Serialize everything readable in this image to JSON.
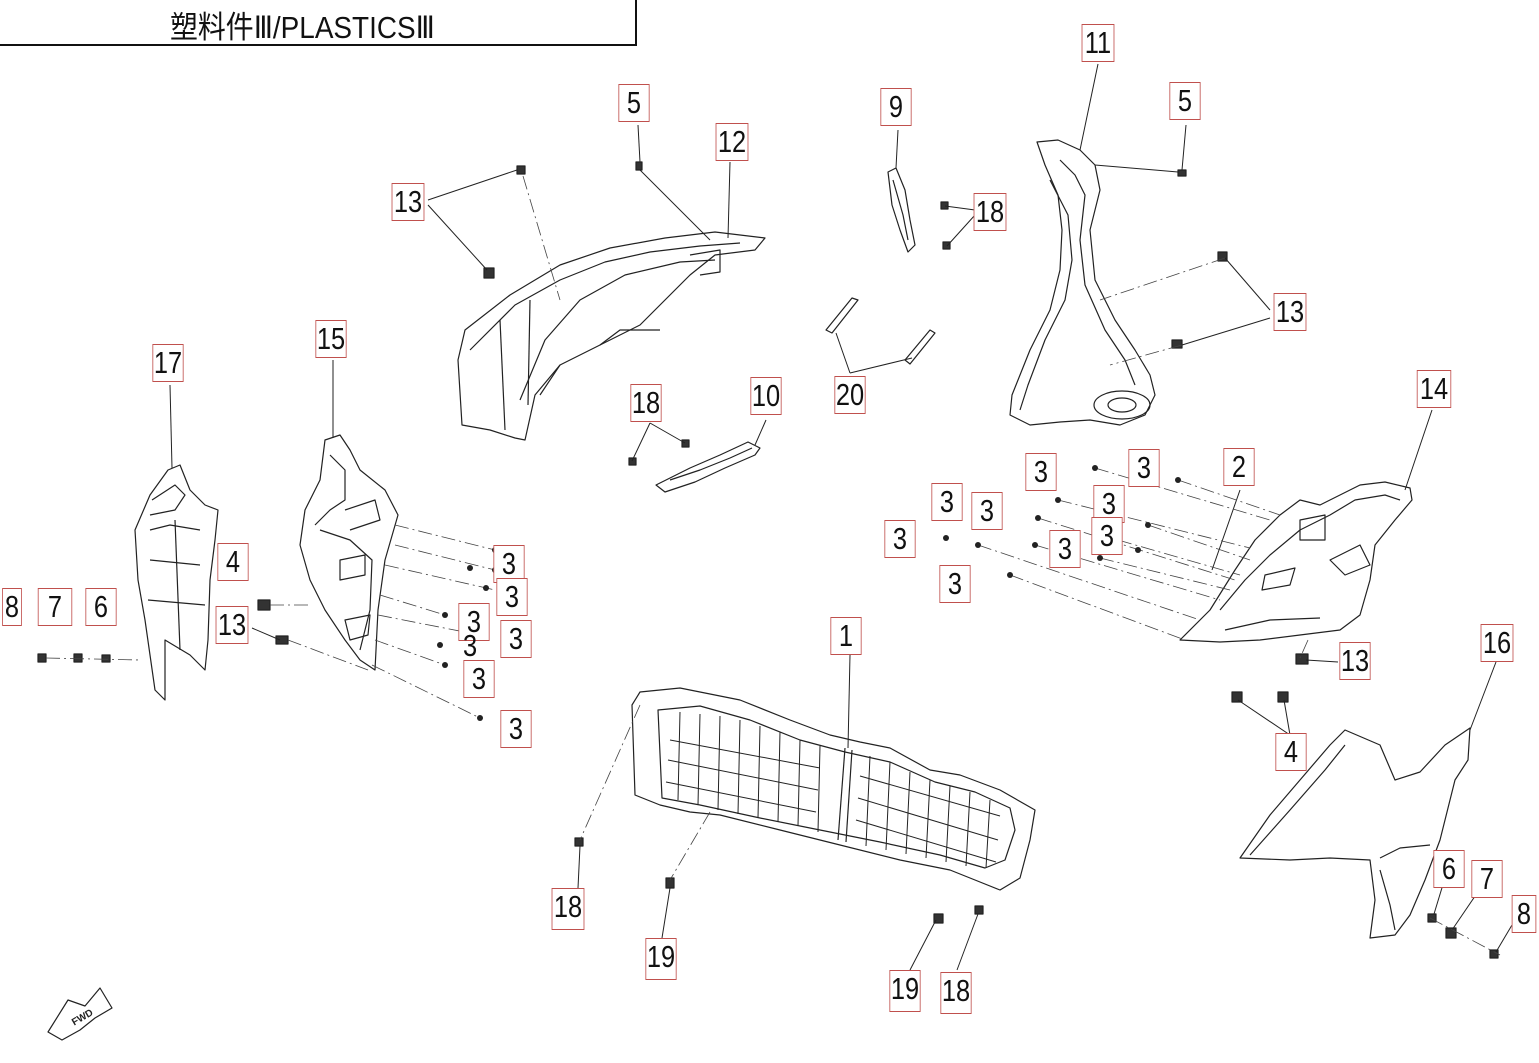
{
  "page": {
    "title": "塑料件Ⅲ/PLASTICSⅢ"
  },
  "callouts": [
    {
      "id": "c1",
      "text": "1"
    },
    {
      "id": "c2",
      "text": "2"
    },
    {
      "id": "c3a",
      "text": "3"
    },
    {
      "id": "c3b",
      "text": "3"
    },
    {
      "id": "c3c",
      "text": "3"
    },
    {
      "id": "c3d",
      "text": "3"
    },
    {
      "id": "c3e",
      "text": "3"
    },
    {
      "id": "c3f",
      "text": "3"
    },
    {
      "id": "c3g",
      "text": "3"
    },
    {
      "id": "c3h",
      "text": "3"
    },
    {
      "id": "c3i",
      "text": "3"
    },
    {
      "id": "c3j",
      "text": "3"
    },
    {
      "id": "c3k",
      "text": "3"
    },
    {
      "id": "c3l",
      "text": "3"
    },
    {
      "id": "c3m",
      "text": "3"
    },
    {
      "id": "c3n",
      "text": "3"
    },
    {
      "id": "c3o",
      "text": "3"
    },
    {
      "id": "c3p",
      "text": "3"
    },
    {
      "id": "c4a",
      "text": "4"
    },
    {
      "id": "c4b",
      "text": "4"
    },
    {
      "id": "c5a",
      "text": "5"
    },
    {
      "id": "c5b",
      "text": "5"
    },
    {
      "id": "c6a",
      "text": "6"
    },
    {
      "id": "c6b",
      "text": "6"
    },
    {
      "id": "c7a",
      "text": "7"
    },
    {
      "id": "c7b",
      "text": "7"
    },
    {
      "id": "c8a",
      "text": "8"
    },
    {
      "id": "c8b",
      "text": "8"
    },
    {
      "id": "c9",
      "text": "9"
    },
    {
      "id": "c10",
      "text": "10"
    },
    {
      "id": "c11",
      "text": "11"
    },
    {
      "id": "c12",
      "text": "12"
    },
    {
      "id": "c13a",
      "text": "13"
    },
    {
      "id": "c13b",
      "text": "13"
    },
    {
      "id": "c13c",
      "text": "13"
    },
    {
      "id": "c13d",
      "text": "13"
    },
    {
      "id": "c14",
      "text": "14"
    },
    {
      "id": "c15",
      "text": "15"
    },
    {
      "id": "c16",
      "text": "16"
    },
    {
      "id": "c17",
      "text": "17"
    },
    {
      "id": "c18a",
      "text": "18"
    },
    {
      "id": "c18b",
      "text": "18"
    },
    {
      "id": "c18c",
      "text": "18"
    },
    {
      "id": "c18d",
      "text": "18"
    },
    {
      "id": "c19a",
      "text": "19"
    },
    {
      "id": "c19b",
      "text": "19"
    },
    {
      "id": "c20",
      "text": "20"
    }
  ],
  "fwd_arrow": {
    "text": "FWD"
  },
  "colors": {
    "callout_border": "#c0504d",
    "line": "#222222"
  }
}
